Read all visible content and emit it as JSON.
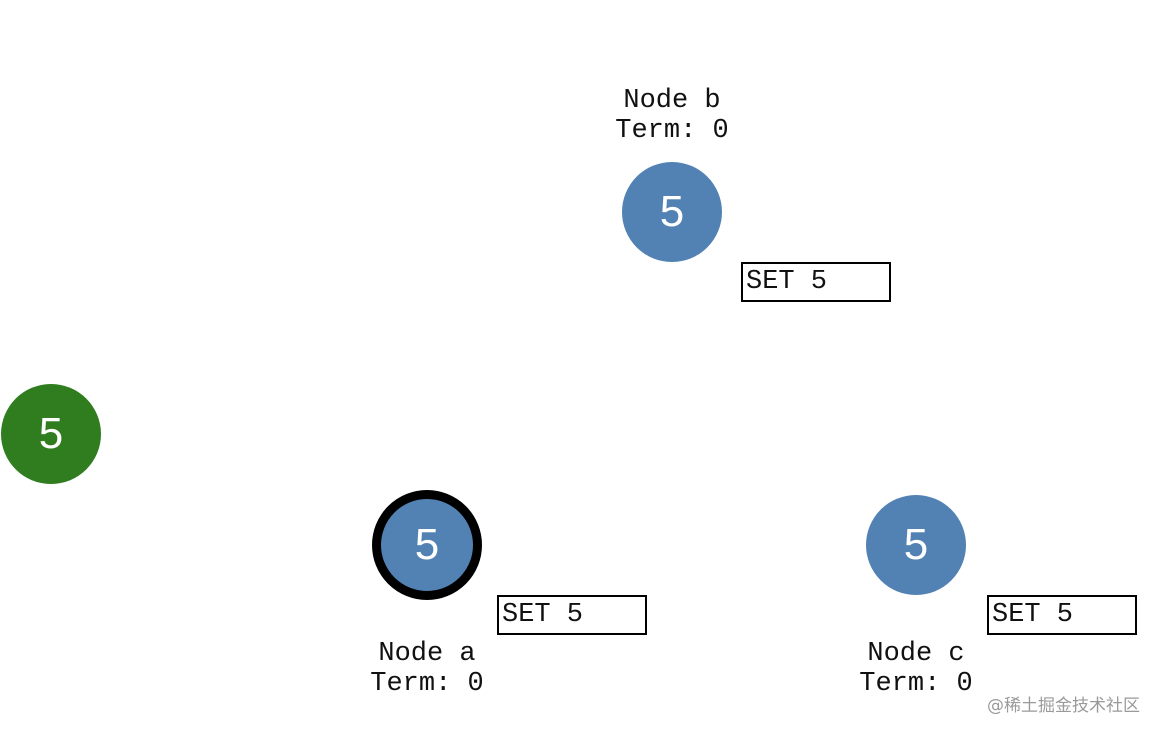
{
  "client": {
    "value": "5",
    "color": "#2F7D1E"
  },
  "nodes": {
    "b": {
      "name": "Node b",
      "term": "Term: 0",
      "value": "5",
      "log_entry": "SET 5",
      "role": "follower"
    },
    "a": {
      "name": "Node a",
      "term": "Term: 0",
      "value": "5",
      "log_entry": "SET 5",
      "role": "leader"
    },
    "c": {
      "name": "Node c",
      "term": "Term: 0",
      "value": "5",
      "log_entry": "SET 5",
      "role": "follower"
    }
  },
  "colors": {
    "server": "#5282B3",
    "client": "#2F7D1E",
    "leader_ring": "#000000"
  },
  "watermark": "@稀土掘金技术社区"
}
